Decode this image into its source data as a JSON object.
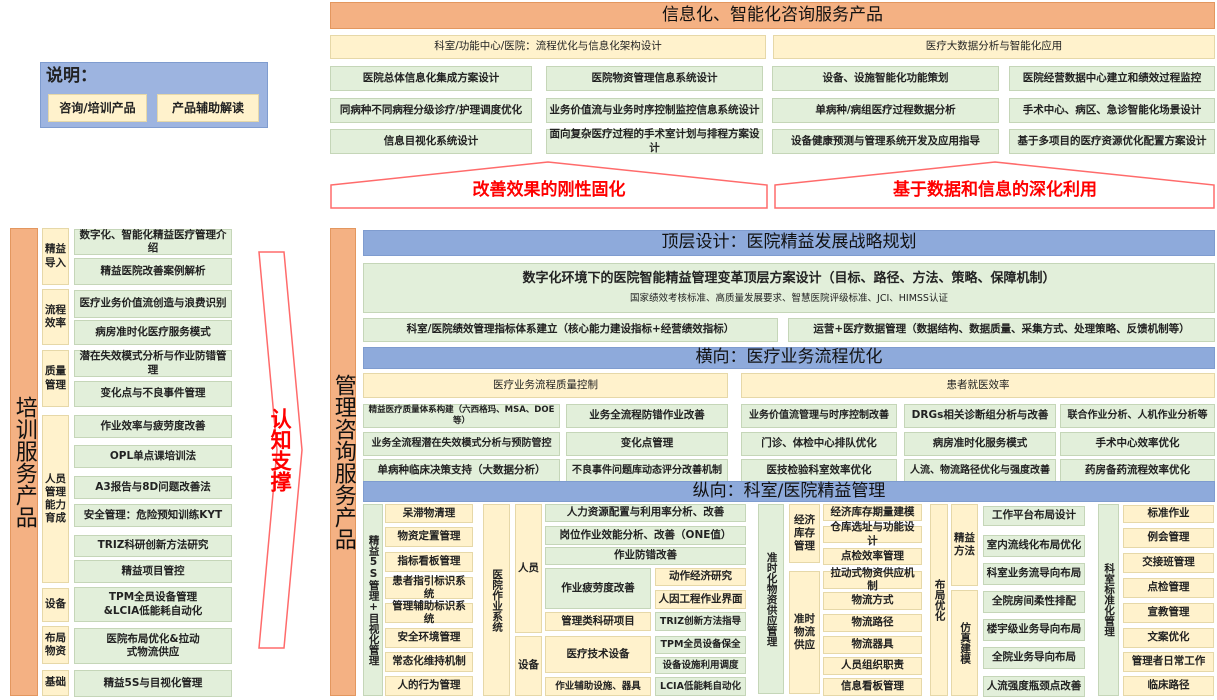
{
  "legend": {
    "title": "说明：",
    "items": [
      "咨询/培训产品",
      "产品辅助解读"
    ],
    "bg": "#9db4e0"
  },
  "info": {
    "title": "信息化、智能化咨询服务产品",
    "groups": [
      {
        "title": "科室/功能中心/医院：流程优化与信息化架构设计",
        "items": [
          "医院总体信息化集成方案设计",
          "医院物资管理信息系统设计",
          "同病种不同病程分级诊疗/护理调度优化",
          "业务价值流与业务时序控制监控信息系统设计",
          "信息目视化系统设计",
          "面向复杂医疗过程的手术室计划与排程方案设计"
        ]
      },
      {
        "title": "医疗大数据分析与智能化应用",
        "items": [
          "设备、设施智能化功能策划",
          "医院经营数据中心建立和绩效过程监控",
          "单病种/病组医疗过程数据分析",
          "手术中心、病区、急诊智能化场景设计",
          "设备健康预测与管理系统开发及应用指导",
          "基于多项目的医疗资源优化配置方案设计"
        ]
      }
    ]
  },
  "arrows": [
    "改善效果的刚性固化",
    "基于数据和信息的深化利用"
  ],
  "cognitive": "认知支撑",
  "training": {
    "title": "培训服务产品",
    "categories": [
      {
        "label": "精益导入",
        "items": [
          "数字化、智能化精益医疗管理介绍",
          "精益医院改善案例解析"
        ]
      },
      {
        "label": "流程效率",
        "items": [
          "医疗业务价值流创造与浪费识别",
          "病房准时化医疗服务模式"
        ]
      },
      {
        "label": "质量管理",
        "items": [
          "潜在失效模式分析与作业防错管理",
          "变化点与不良事件管理"
        ]
      },
      {
        "label": "人员管理能力育成",
        "items": [
          "作业效率与疲劳度改善",
          "OPL单点课培训法",
          "A3报告与8D问题改善法",
          "安全管理：危险预知训练KYT",
          "TRIZ科研创新方法研究",
          "精益项目管控"
        ]
      },
      {
        "label": "设备",
        "items": [
          "TPM全员设备管理&LCIA低能耗自动化"
        ]
      },
      {
        "label": "布局物资",
        "items": [
          "医院布局优化&拉动式物流供应"
        ]
      },
      {
        "label": "基础",
        "items": [
          "精益5S与目视化管理"
        ]
      }
    ]
  },
  "consulting": {
    "title": "管理咨询服务产品",
    "top": {
      "bar": "顶层设计：医院精益发展战略规划",
      "main": "数字化环境下的医院智能精益管理变革顶层方案设计（目标、路径、方法、策略、保障机制）",
      "sub": "国家绩效考核标准、高质量发展要求、智慧医院评级标准、JCI、HIMSS认证",
      "left": "科室/医院绩效管理指标体系建立（核心能力建设指标+经营绩效指标）",
      "right": "运营+医疗数据管理（数据结构、数据质量、采集方式、处理策略、反馈机制等）"
    },
    "horizontal": {
      "bar": "横向：医疗业务流程优化",
      "groups": [
        "医疗业务流程质量控制",
        "患者就医效率"
      ],
      "rows": [
        [
          "精益医疗质量体系构建（六西格玛、MSA、DOE等）",
          "业务全流程防错作业改善",
          "业务价值流管理与时序控制改善",
          "DRGs相关诊断组分析与改善",
          "联合作业分析、人机作业分析等"
        ],
        [
          "业务全流程潜在失效模式分析与预防管控",
          "变化点管理",
          "门诊、体检中心排队优化",
          "病房准时化服务模式",
          "手术中心效率优化"
        ],
        [
          "单病种临床决策支持（大数据分析）",
          "不良事件问题库动态评分改善机制",
          "医技检验科室效率优化",
          "人流、物流路径优化与强度改善",
          "药房备药流程效率优化"
        ]
      ]
    },
    "vertical": {
      "bar": "纵向：科室/医院精益管理",
      "s5": {
        "label": "精益5S管理+目视化管理",
        "items": [
          "呆滞物清理",
          "物资定置管理",
          "指标看板管理",
          "患者指引标识系统",
          "管理辅助标识系统",
          "安全环境管理",
          "常态化维持机制",
          "人的行为管理"
        ]
      },
      "work": {
        "label": "医院作业系统",
        "people": "人员",
        "equipment": "设备",
        "items": [
          "人力资源配置与利用率分析、改善",
          "岗位作业效能分析、改善（ONE值）",
          "作业防错改善",
          "作业疲劳度改善",
          "动作经济研究",
          "人因工程作业界面",
          "管理类科研项目",
          "TRIZ创新方法指导",
          "医疗技术设备",
          "TPM全员设备保全",
          "设备设施利用调度",
          "作业辅助设施、器具",
          "LCIA低能耗自动化"
        ]
      },
      "jit": {
        "label": "准时化物资供应管理",
        "sub1": "经济库存管理",
        "sub2": "准时物流供应",
        "items": [
          "经济库存期量建模",
          "仓库选址与功能设计",
          "点检效率管理",
          "拉动式物资供应机制",
          "物流方式",
          "物流路径",
          "物流器具",
          "人员组织职责",
          "信息看板管理"
        ]
      },
      "layout": {
        "label": "布局优化",
        "sub1": "精益方法",
        "sub2": "仿真建模",
        "items": [
          "工作平台布局设计",
          "室内流线化布局优化",
          "科室业务流导向布局",
          "全院房间柔性排配",
          "楼宇级业务导向布局",
          "全院业务导向布局",
          "人流强度瓶颈点改善"
        ]
      },
      "std": {
        "label": "科室标准化管理",
        "items": [
          "标准作业",
          "例会管理",
          "交接班管理",
          "点检管理",
          "宣教管理",
          "文案优化",
          "管理者日常工作",
          "临床路径"
        ]
      }
    }
  }
}
